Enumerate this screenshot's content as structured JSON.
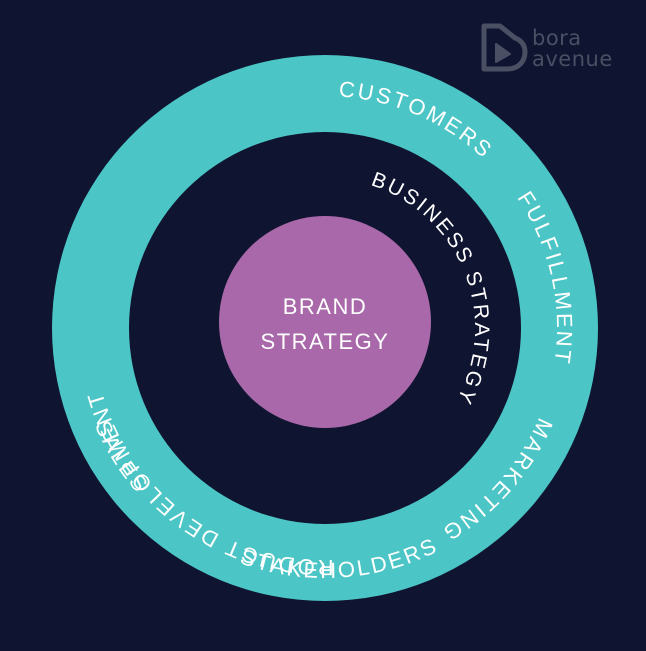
{
  "logo": {
    "line1": "bora",
    "line2": "avenue",
    "icon": "bora-avenue-logo-icon"
  },
  "center": {
    "line1": "BRAND",
    "line2": "STRATEGY"
  },
  "middle_ring": {
    "label": "BUSINESS STRATEGY"
  },
  "outer_ring": {
    "labels": {
      "fulfillment": "FULFILLMENT",
      "marketing": "MARKETING",
      "product_development": "PRODUCT DEVELOPMENT",
      "stakeholders": "STAKEHOLDERS",
      "sales": "SALES",
      "customers": "CUSTOMERS"
    }
  },
  "colors": {
    "background": "#0f1430",
    "outer_ring": "#4cc5c6",
    "center_circle": "#a868a9",
    "text": "#ffffff",
    "logo": "#4a4f63"
  }
}
